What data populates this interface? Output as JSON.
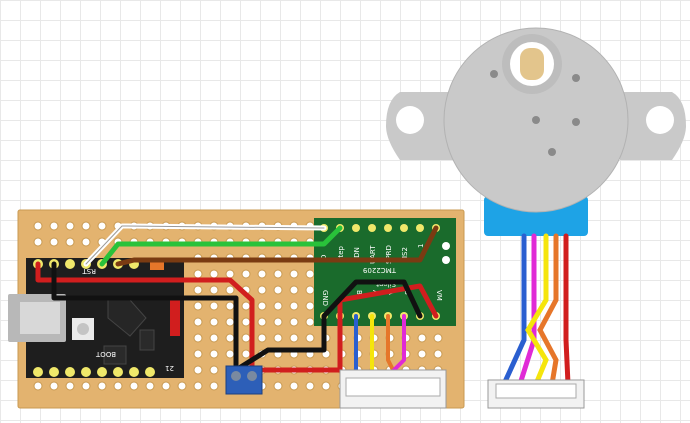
{
  "microcontroller": {
    "pin_rst": "RST",
    "pin_boot": "BOOT",
    "pin_21": "21"
  },
  "driver": {
    "pins_top": [
      "D",
      "Step",
      "PDN",
      "UART",
      "SPRD",
      "MS2",
      "1"
    ],
    "chip_name": "TMC2209",
    "mode": "Silent",
    "pins_bottom": [
      "GND",
      "B",
      "A",
      "A",
      "B",
      "VM"
    ]
  },
  "colors": {
    "board": "#e3b36f",
    "driver_pcb": "#1a6b2c",
    "stepper_body": "#c9c9c9",
    "stepper_collar": "#1ea3e6",
    "terminal_block": "#2d5fb8"
  },
  "wires": [
    "white",
    "green",
    "brown",
    "red",
    "black",
    "blue",
    "yellow",
    "orange",
    "magenta"
  ]
}
